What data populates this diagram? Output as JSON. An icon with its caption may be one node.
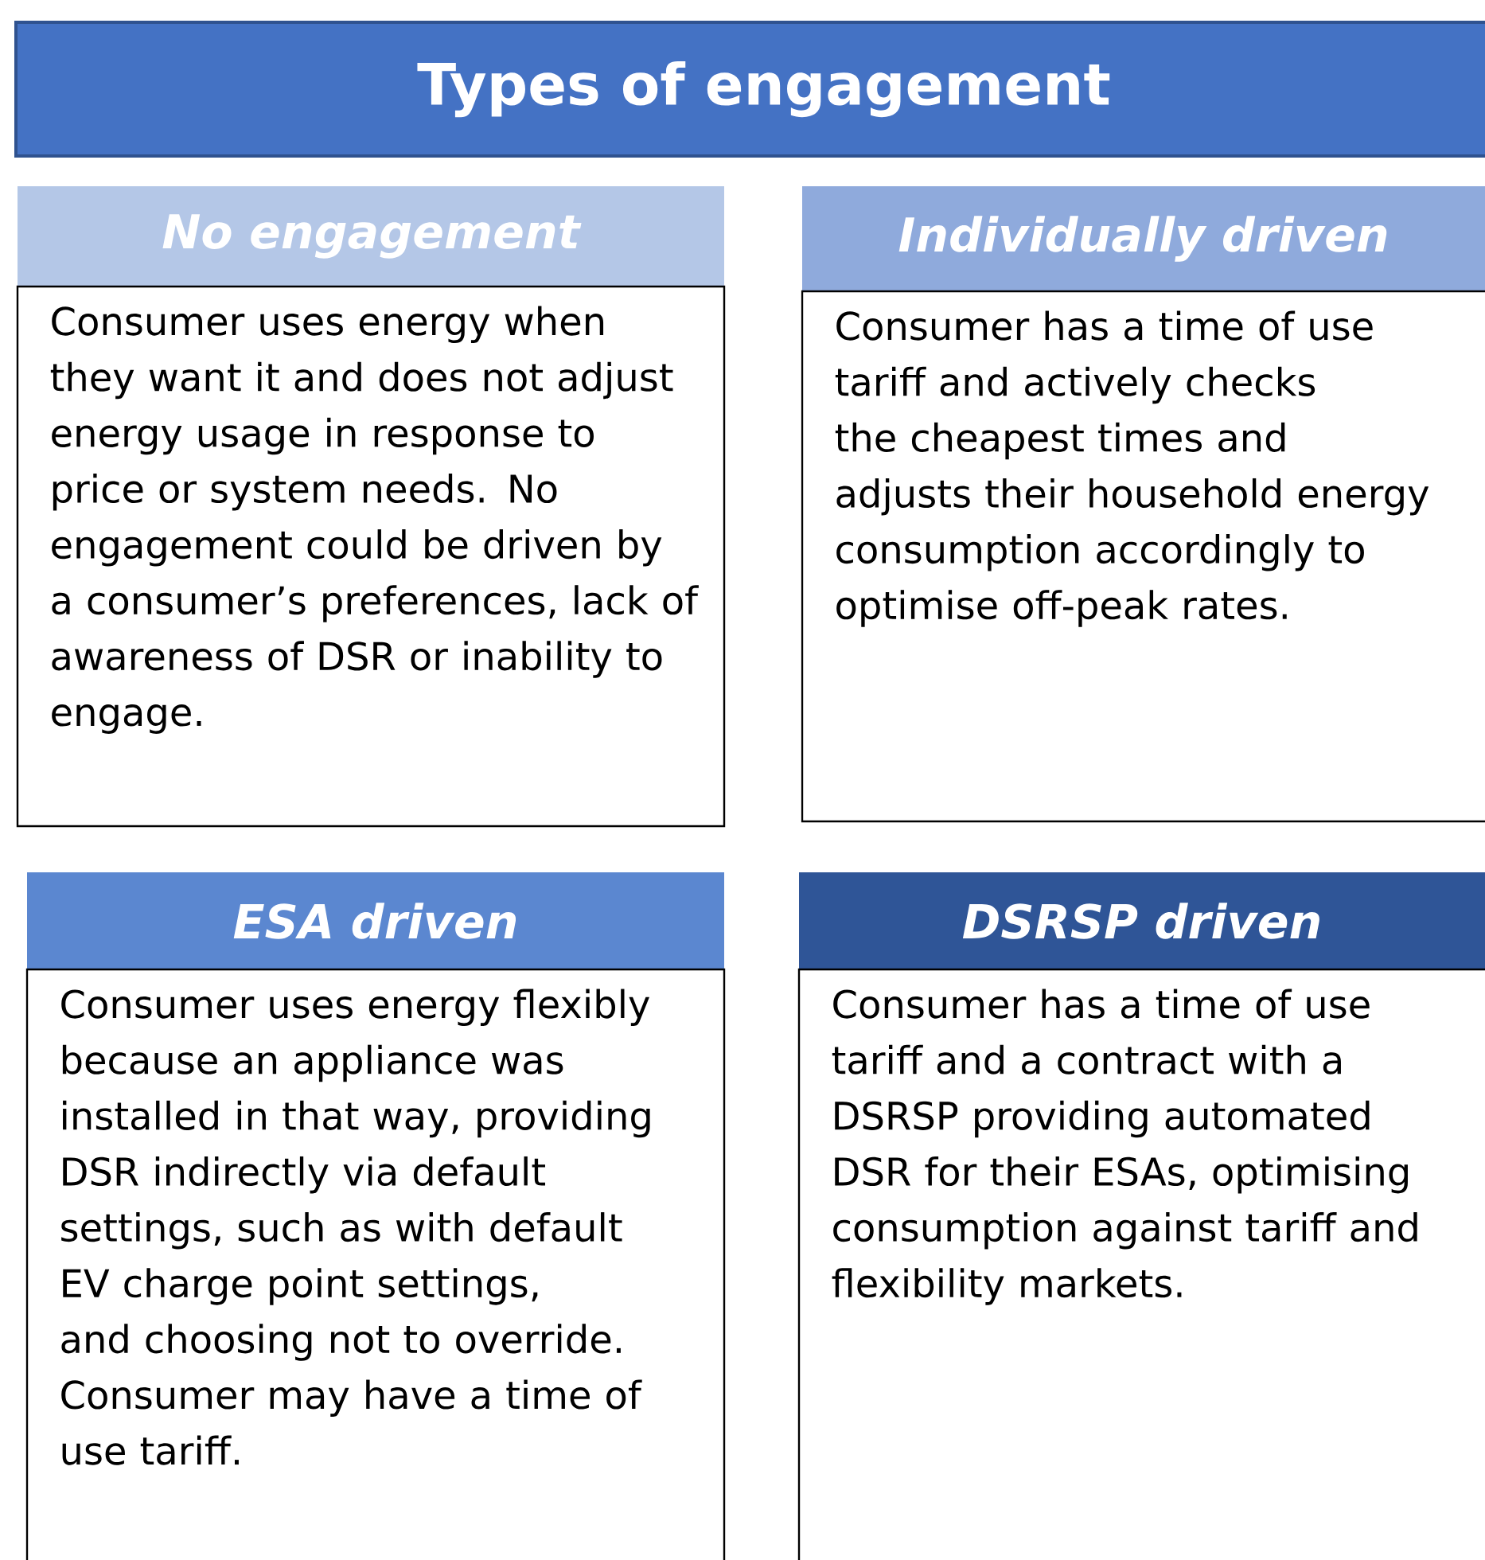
{
  "diagram": {
    "title": "Types of engagement",
    "nodes": [
      {
        "text": [
          "No engagement",
          "Consumer uses energy when they want it and does not adjust energy usage in response to price or system needs. No engagement could be driven by a consumer’s preferences, lack of awareness of DSR or inability to engage."
        ]
      },
      {
        "text": [
          "Individually driven",
          "Consumer has a time of use tariff and actively checks the cheapest times and adjusts their household energy consumption accordingly to optimise off-peak rates."
        ]
      },
      {
        "text": [
          "ESA driven",
          "Consumer uses energy flexibly because an appliance was installed in that way, providing DSR indirectly via default settings, such as with default EV charge point settings, and choosing not to override. Consumer may have a time of use tariff."
        ]
      },
      {
        "text": [
          "DSRSP driven",
          "Consumer has a time of use tariff and a contract with a DSRSP providing automated DSR for their ESAs, optimising consumption against tariff and flexibility markets."
        ]
      }
    ]
  }
}
